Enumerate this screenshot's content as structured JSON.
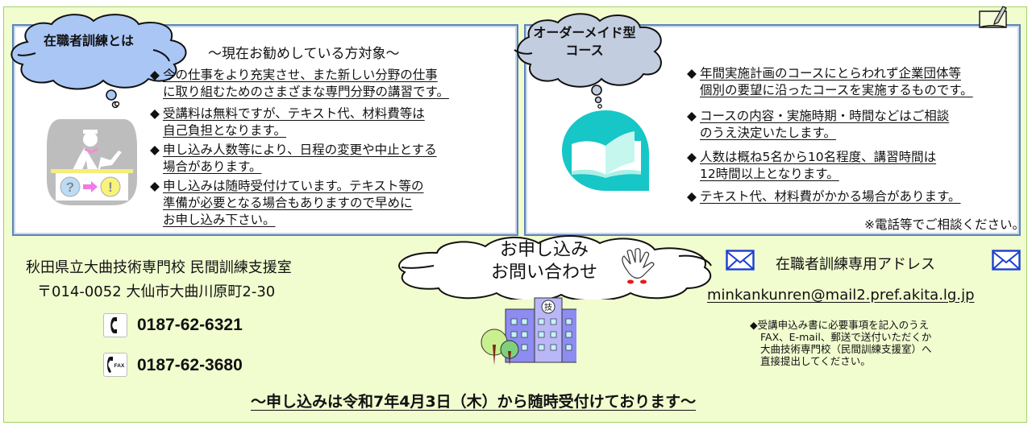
{
  "left_panel": {
    "cloud_label": "在職者訓練とは",
    "subtitle": "～現在お勧めしている方対象～",
    "bullet": "◆",
    "items": [
      {
        "line1": "今の仕事をより充実させ、また新しい分野の仕事",
        "line2": "に取り組むためのさまざまな専門分野の講習です。"
      },
      {
        "line1": "受講料は無料ですが、テキスト代、材料費等は",
        "line2": "自己負担となります。"
      },
      {
        "line1": "申し込み人数等により、日程の変更や中止とする",
        "line2": "場合があります。"
      },
      {
        "line1": "申し込みは随時受付けています。テキスト等の",
        "line2": "準備が必要となる場合もありますので早めに",
        "line3": "お申し込み下さい。"
      }
    ],
    "illustration": "instructor-question-to-answer-icon"
  },
  "right_panel": {
    "cloud_label_line1": "オーダーメイド型",
    "cloud_label_line2": "コース",
    "bullet": "◆",
    "items": [
      {
        "line1": "年間実施計画のコースにとらわれず企業団体等",
        "line2": "個別の要望に沿ったコースを実施するものです。"
      },
      {
        "line1": "コースの内容・実施時期・時間などはご相談",
        "line2": "のうえ決定いたします。"
      },
      {
        "line1": "人数は概ね5名から10名程度、講習時間は",
        "line2": "12時間以上となります。"
      },
      {
        "line1": "テキスト代、材料費がかかる場合があります。"
      }
    ],
    "note": "※電話等でご相談ください。",
    "illustration": "open-book-icon",
    "corner_icon": "notebook-pencil-icon"
  },
  "contact": {
    "organization": "秋田県立大曲技術専門校 民間訓練支援室",
    "address": "〒014-0052 大仙市大曲川原町2-30",
    "phone_icon": "telephone-icon",
    "phone": "0187-62-6321",
    "fax_icon": "fax-icon",
    "fax_label": "FAX",
    "fax": "0187-62-3680"
  },
  "inquiry_cloud": {
    "line1": "お申し込み",
    "line2": "お問い合わせ",
    "building_sign": "技"
  },
  "email_section": {
    "title": "在職者訓練専用アドレス",
    "address": "minkankunren@mail2.pref.akita.lg.jp",
    "notes": [
      "◆受講申込み書に必要事項を記入のうえ",
      "FAX、E-mail、郵送で送付いただくか",
      "大曲技術専門校（民間訓練支援室）へ",
      "直接提出してください。"
    ]
  },
  "footer": {
    "text": "～申し込みは令和7年4月3日（木）から随時受付けております～"
  },
  "colors": {
    "outer_bg": "#f1fccf",
    "outer_border": "#9fd36a",
    "panel_border": "#5d84b8",
    "cloud_blue": "#a9c6f5",
    "cloud_grey": "#c3cde0",
    "book_teal": "#17c6c6",
    "envelope_blue": "#1b3fd0",
    "building_purple": "#8d8cf0"
  }
}
